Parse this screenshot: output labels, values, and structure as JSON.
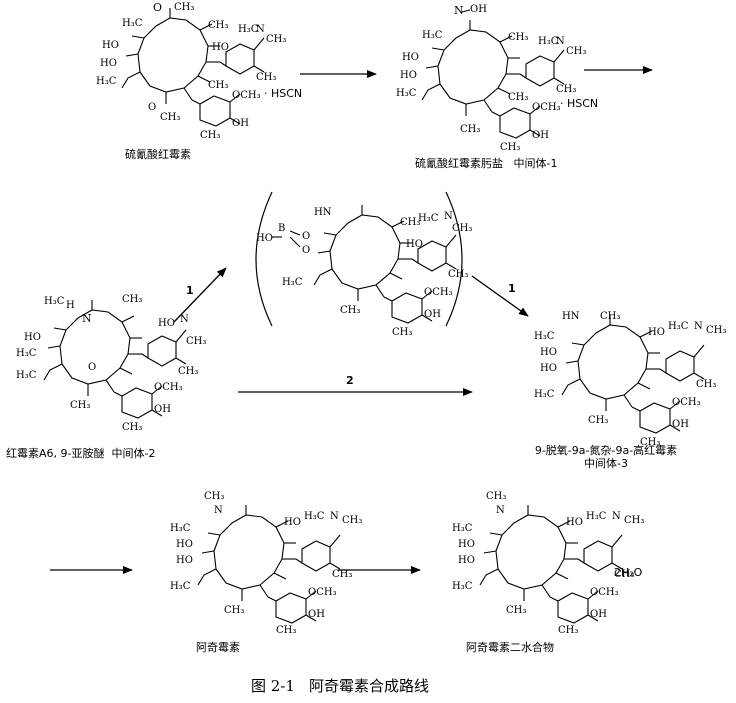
{
  "structures": [
    {
      "id": "erythromycin-thiocyanate",
      "label": "硫氰酸红霉素",
      "salt": "· HSCN"
    },
    {
      "id": "erythromycin-oxime-thiocyanate",
      "label": "硫氰酸红霉素肟盐",
      "sublabel": "中间体-1",
      "salt": "· HSCN"
    },
    {
      "id": "erythromycin-a-6-9-imino-ether",
      "label": "红霉素A6, 9-亚胺醚",
      "sublabel": "中间体-2"
    },
    {
      "id": "borate-complex-intermediate",
      "label": ""
    },
    {
      "id": "9-deoxo-9a-aza-9a-homoerythromycin",
      "label": "9-脱氧-9a-氮杂-9a-高红霉素",
      "sublabel": "中间体-3"
    },
    {
      "id": "azithromycin",
      "label": "阿奇霉素"
    },
    {
      "id": "azithromycin-dihydrate",
      "label": "阿奇霉素二水合物",
      "hydrate": "2H₂O"
    }
  ],
  "routes": {
    "route_1": "1",
    "route_2": "2"
  },
  "caption": {
    "number": "图 2-1",
    "title": "阿奇霉素合成路线"
  }
}
